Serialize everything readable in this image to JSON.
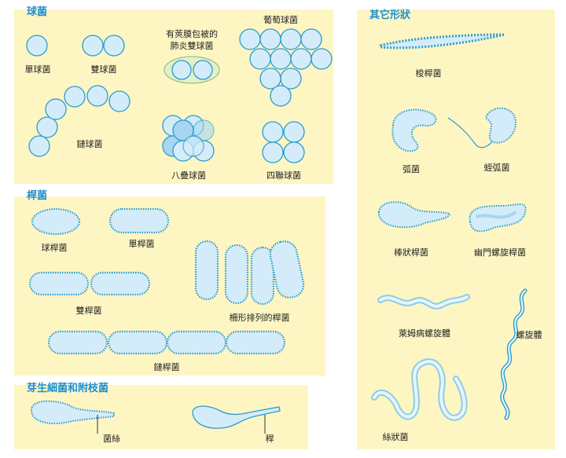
{
  "sections": {
    "cocci": {
      "title": "球菌",
      "labels": {
        "single": "單球菌",
        "pair": "雙球菌",
        "capsule_line1": "有莢膜包被的",
        "capsule_line2": "肺炎雙球菌",
        "grape": "葡萄球菌",
        "chain": "鏈球菌",
        "sarcina": "八疊球菌",
        "tetrad": "四聯球菌"
      }
    },
    "bacilli": {
      "title": "桿菌",
      "labels": {
        "coccobacillus": "球桿菌",
        "single": "單桿菌",
        "double": "雙桿菌",
        "palisade": "柵形排列的桿菌",
        "chain": "鏈桿菌"
      }
    },
    "budding": {
      "title": "芽生細菌和附枝菌",
      "labels": {
        "hypha": "菌絲",
        "stalk": "稈"
      }
    },
    "other": {
      "title": "其它形狀",
      "labels": {
        "fusiform": "梭桿菌",
        "vibrio": "弧菌",
        "spirillum": "蛭弧菌",
        "club": "棒狀桿菌",
        "helicobacter": "幽門螺旋桿菌",
        "borrelia": "萊姆病螺旋體",
        "spirochete": "螺旋體",
        "filament": "絲狀菌"
      }
    }
  },
  "colors": {
    "panel": "#fdf6c3",
    "title": "#1e8fd0",
    "cell_fill": "#d4ecf9",
    "cell_stroke": "#2b9ccc"
  }
}
